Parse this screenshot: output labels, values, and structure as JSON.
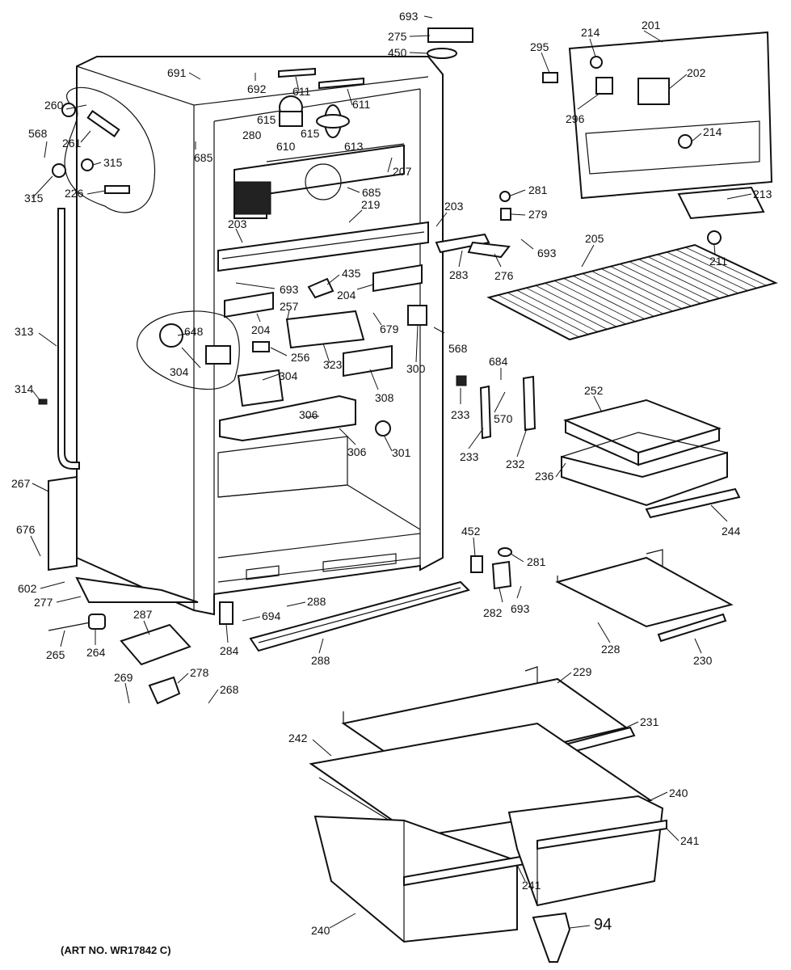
{
  "caption": "(ART NO. WR17842 C)",
  "callouts": [
    "693",
    "275",
    "450",
    "295",
    "214",
    "201",
    "202",
    "296",
    "214",
    "213",
    "691",
    "692",
    "611",
    "611",
    "260",
    "568",
    "261",
    "615",
    "615",
    "610",
    "613",
    "280",
    "685",
    "315",
    "315",
    "226",
    "207",
    "685",
    "219",
    "203",
    "203",
    "281",
    "279",
    "693",
    "283",
    "276",
    "205",
    "211",
    "435",
    "693",
    "204",
    "257",
    "204",
    "648",
    "256",
    "304",
    "304",
    "323",
    "679",
    "568",
    "300",
    "308",
    "306",
    "306",
    "301",
    "313",
    "314",
    "684",
    "233",
    "570",
    "233",
    "232",
    "252",
    "236",
    "244",
    "267",
    "676",
    "602",
    "277",
    "452",
    "281",
    "282",
    "693",
    "288",
    "694",
    "288",
    "284",
    "287",
    "265",
    "264",
    "228",
    "230",
    "269",
    "278",
    "268",
    "229",
    "231",
    "242",
    "240",
    "241",
    "241",
    "240",
    "94"
  ]
}
